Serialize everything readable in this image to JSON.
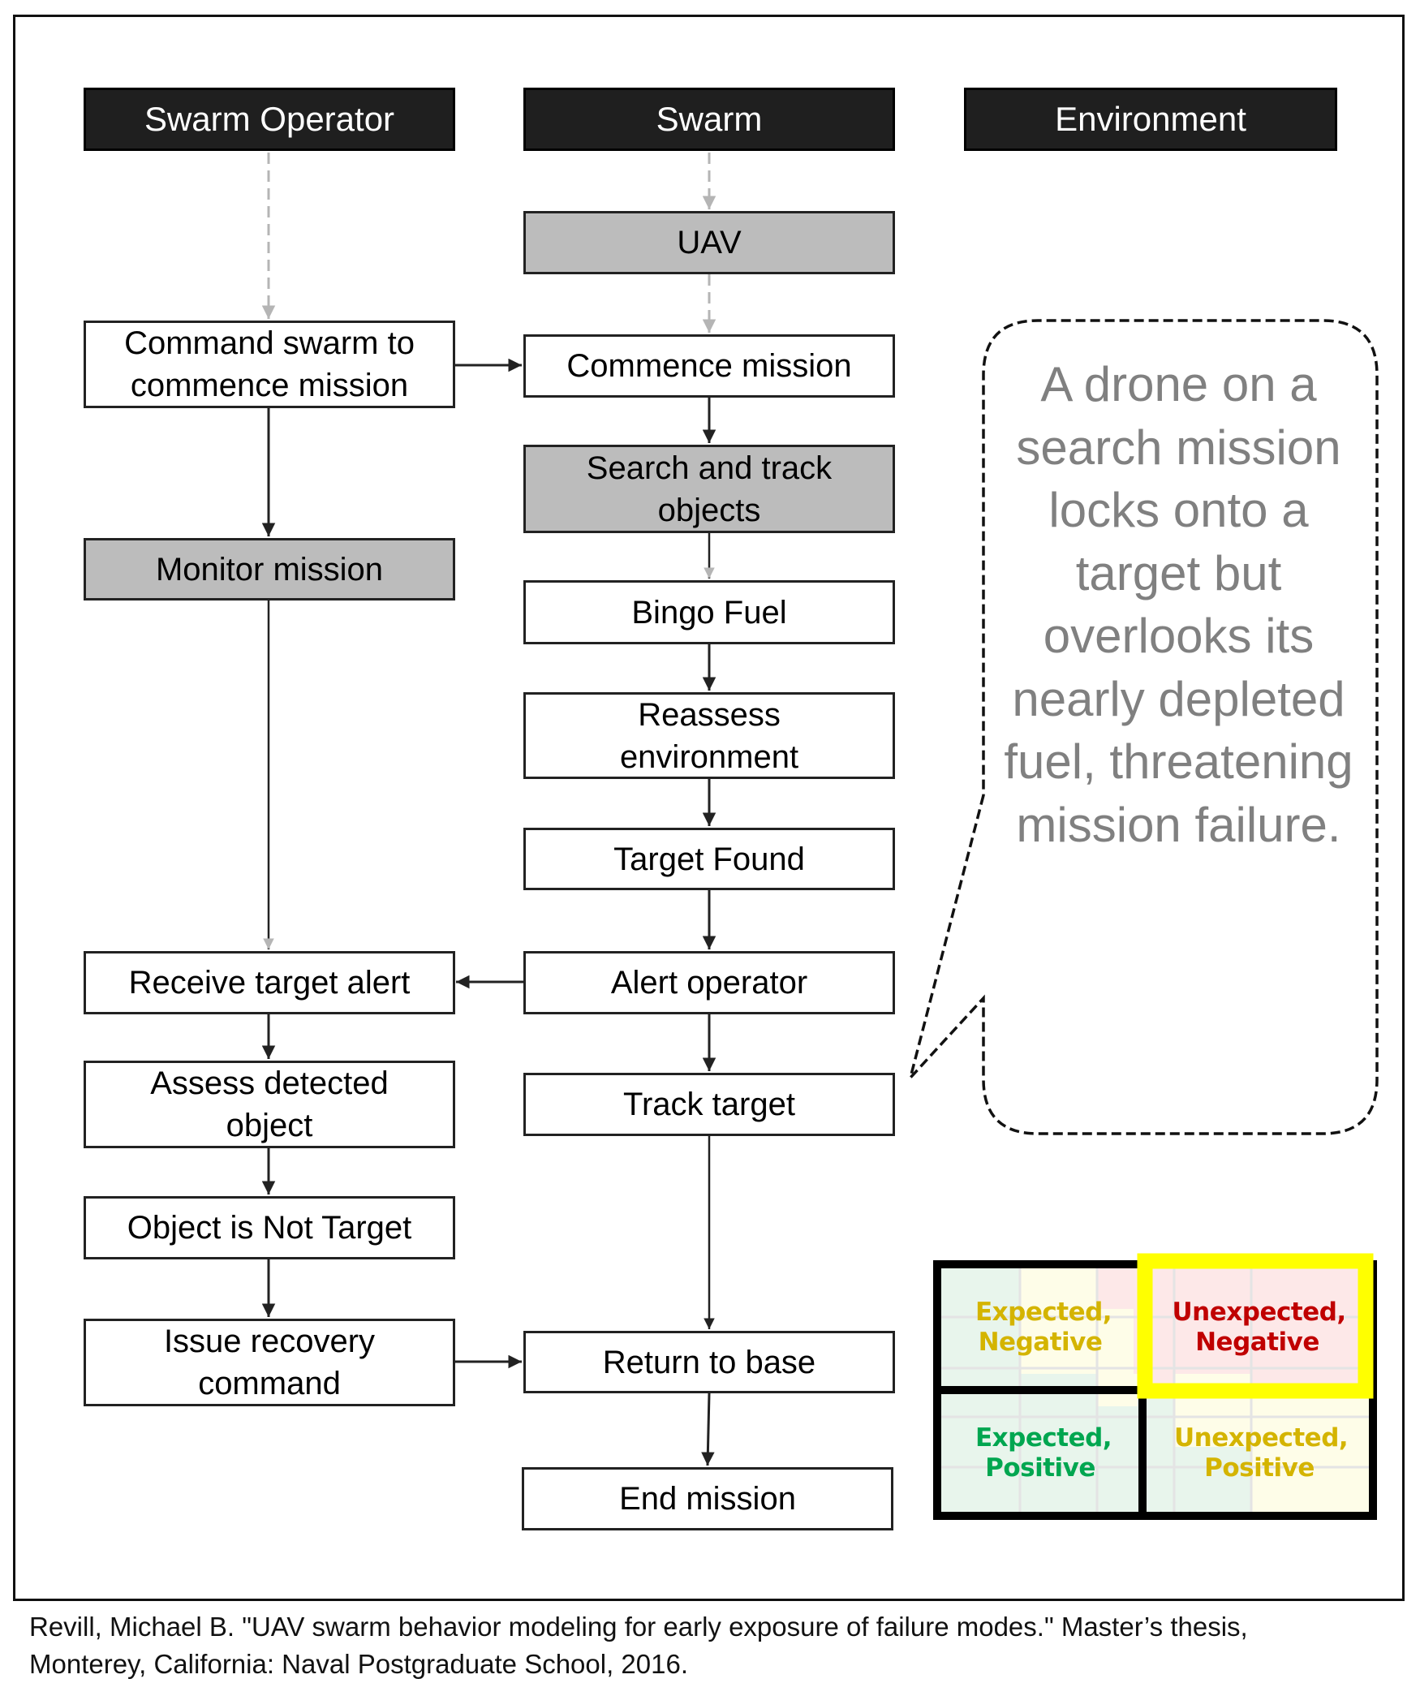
{
  "headers": {
    "operator": "Swarm Operator",
    "swarm": "Swarm",
    "environment": "Environment"
  },
  "operator_nodes": {
    "command": "Command swarm to commence mission",
    "monitor": "Monitor mission",
    "receive_alert": "Receive target alert",
    "assess": "Assess detected object",
    "not_target": "Object is Not Target",
    "recovery": "Issue recovery command"
  },
  "swarm_nodes": {
    "uav": "UAV",
    "commence": "Commence mission",
    "search": "Search and track objects",
    "bingo": "Bingo Fuel",
    "reassess": "Reassess environment",
    "target_found": "Target Found",
    "alert_operator": "Alert operator",
    "track_target": "Track target",
    "return_base": "Return to base",
    "end_mission": "End mission"
  },
  "callout": {
    "text": "A drone on a search mission locks onto a target but overlooks its nearly depleted fuel, threatening mission failure."
  },
  "matrix": {
    "highlighted": "unexpected_negative",
    "highlight_color": "#ffff00",
    "quadrants": {
      "expected_negative": {
        "label": "Expected, Negative",
        "color": "#d4b400"
      },
      "unexpected_negative": {
        "label": "Unexpected, Negative",
        "color": "#c00000"
      },
      "expected_positive": {
        "label": "Expected, Positive",
        "color": "#00a650"
      },
      "unexpected_positive": {
        "label": "Unexpected, Positive",
        "color": "#d4b400"
      }
    }
  },
  "citation": {
    "line1": "Revill, Michael B. \"UAV swarm behavior modeling for early exposure of failure modes.\" Master’s thesis,",
    "line2": "Monterey, California: Naval Postgraduate School, 2016."
  }
}
